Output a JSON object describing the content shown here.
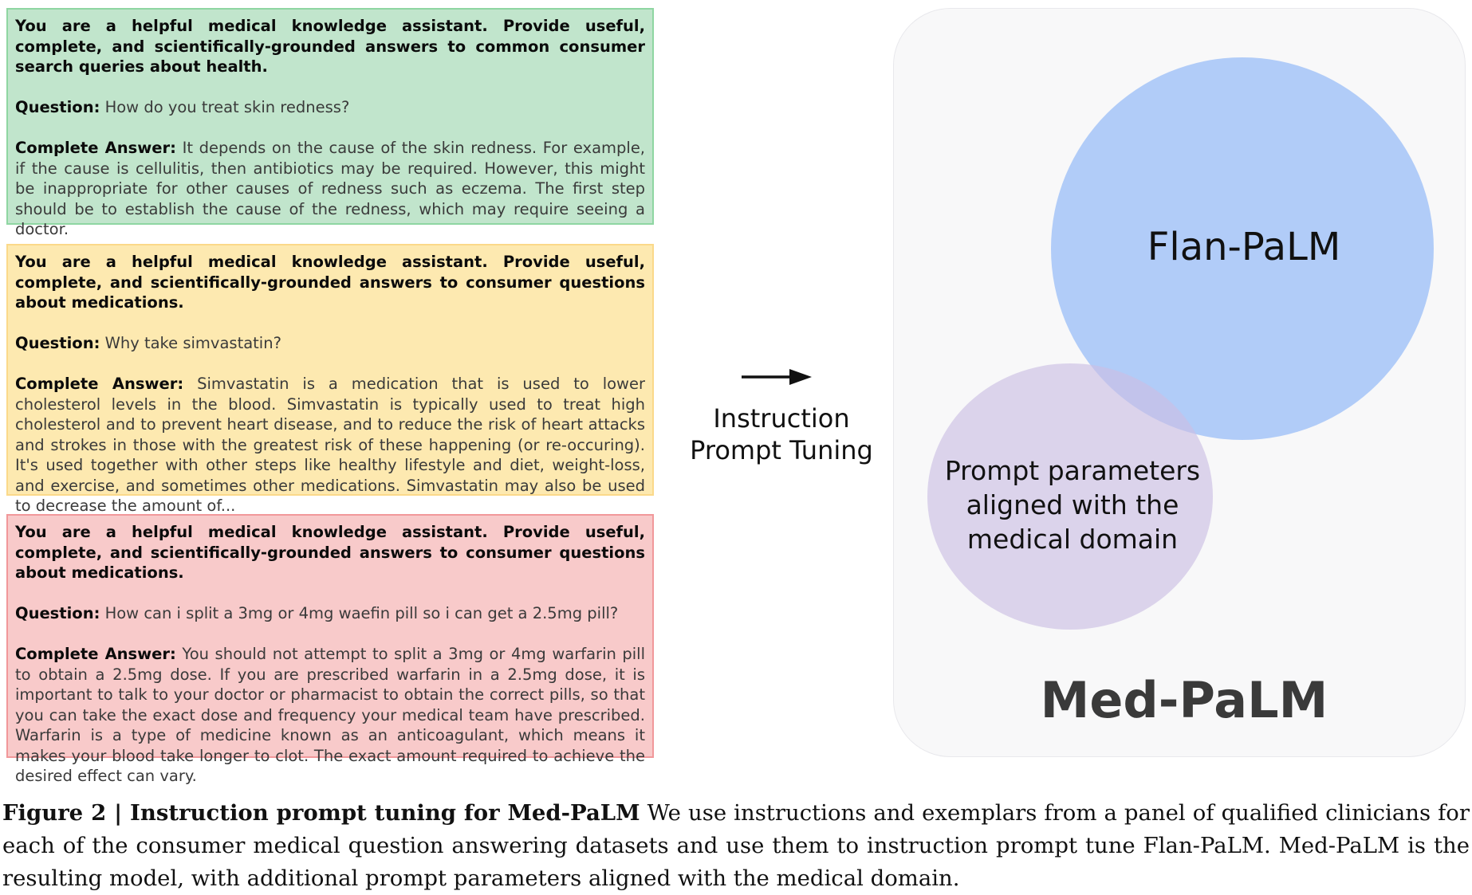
{
  "boxes": [
    {
      "system": "You are a helpful medical knowledge assistant. Provide useful, complete, and scientifically-grounded answers to common consumer search queries about health.",
      "question_label": "Question:",
      "question": "How do you treat skin redness?",
      "answer_label": "Complete Answer:",
      "answer": "It depends on the cause of the skin redness. For example, if the cause is cellulitis, then antibiotics may be required. However, this might be inappropriate for other causes of redness such as eczema. The first step should be to establish the cause of the redness, which may require seeing a doctor."
    },
    {
      "system": "You are a helpful medical knowledge assistant. Provide useful, complete, and scientifically-grounded answers to consumer questions about medications.",
      "question_label": "Question:",
      "question": "Why take simvastatin?",
      "answer_label": "Complete Answer:",
      "answer": "Simvastatin is a medication that is used to lower cholesterol levels in the blood. Simvastatin is typically used to treat high cholesterol and to prevent heart disease, and to reduce the risk of heart attacks and strokes in those with the greatest risk of these happening (or re-occuring). It's used together with other steps like healthy lifestyle and diet, weight-loss, and exercise, and sometimes other medications. Simvastatin may also be used to decrease the amount of..."
    },
    {
      "system": "You are a helpful medical knowledge assistant. Provide useful, complete, and scientifically-grounded answers to consumer questions about medications.",
      "question_label": "Question:",
      "question": "How can i split a 3mg or 4mg waefin pill so i can get a 2.5mg pill?",
      "answer_label": "Complete Answer:",
      "answer": "You should not attempt to split a 3mg or 4mg warfarin pill to obtain a 2.5mg dose. If you are prescribed warfarin in a 2.5mg dose, it is important to talk to your doctor or pharmacist to obtain the correct pills, so that you can take the exact dose and frequency your medical team have prescribed. Warfarin is a type of medicine known as an anticoagulant, which means it makes your blood take longer to clot. The exact amount required to achieve the desired effect can vary."
    }
  ],
  "arrow_label": "Instruction Prompt Tuning",
  "diagram": {
    "flan_label": "Flan-PaLM",
    "prompt_label": "Prompt parameters aligned with the medical domain",
    "med_label": "Med-PaLM",
    "colors": {
      "flan": "#a4c4f8",
      "prompt": "#d6cde9",
      "panel": "#f8f8f9"
    }
  },
  "caption": {
    "bold": "Figure 2 | Instruction prompt tuning for Med-PaLM",
    "text": " We use instructions and exemplars from a panel of qualified clinicians for each of the consumer medical question answering datasets and use them to instruction prompt tune Flan-PaLM. Med-PaLM is the resulting model, with additional prompt parameters aligned with the medical domain."
  }
}
